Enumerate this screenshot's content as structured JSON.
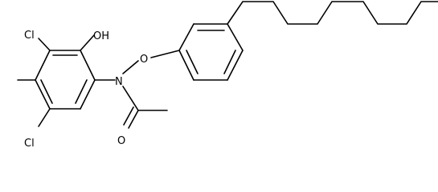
{
  "labels": {
    "hydroxyl": "OH",
    "chloro_upper": "Cl",
    "chloro_lower": "Cl",
    "ether_oxygen": "O",
    "nitrogen": "N",
    "carbonyl_oxygen": "O"
  },
  "colors": {
    "bond": "#000000",
    "background": "#ffffff"
  }
}
